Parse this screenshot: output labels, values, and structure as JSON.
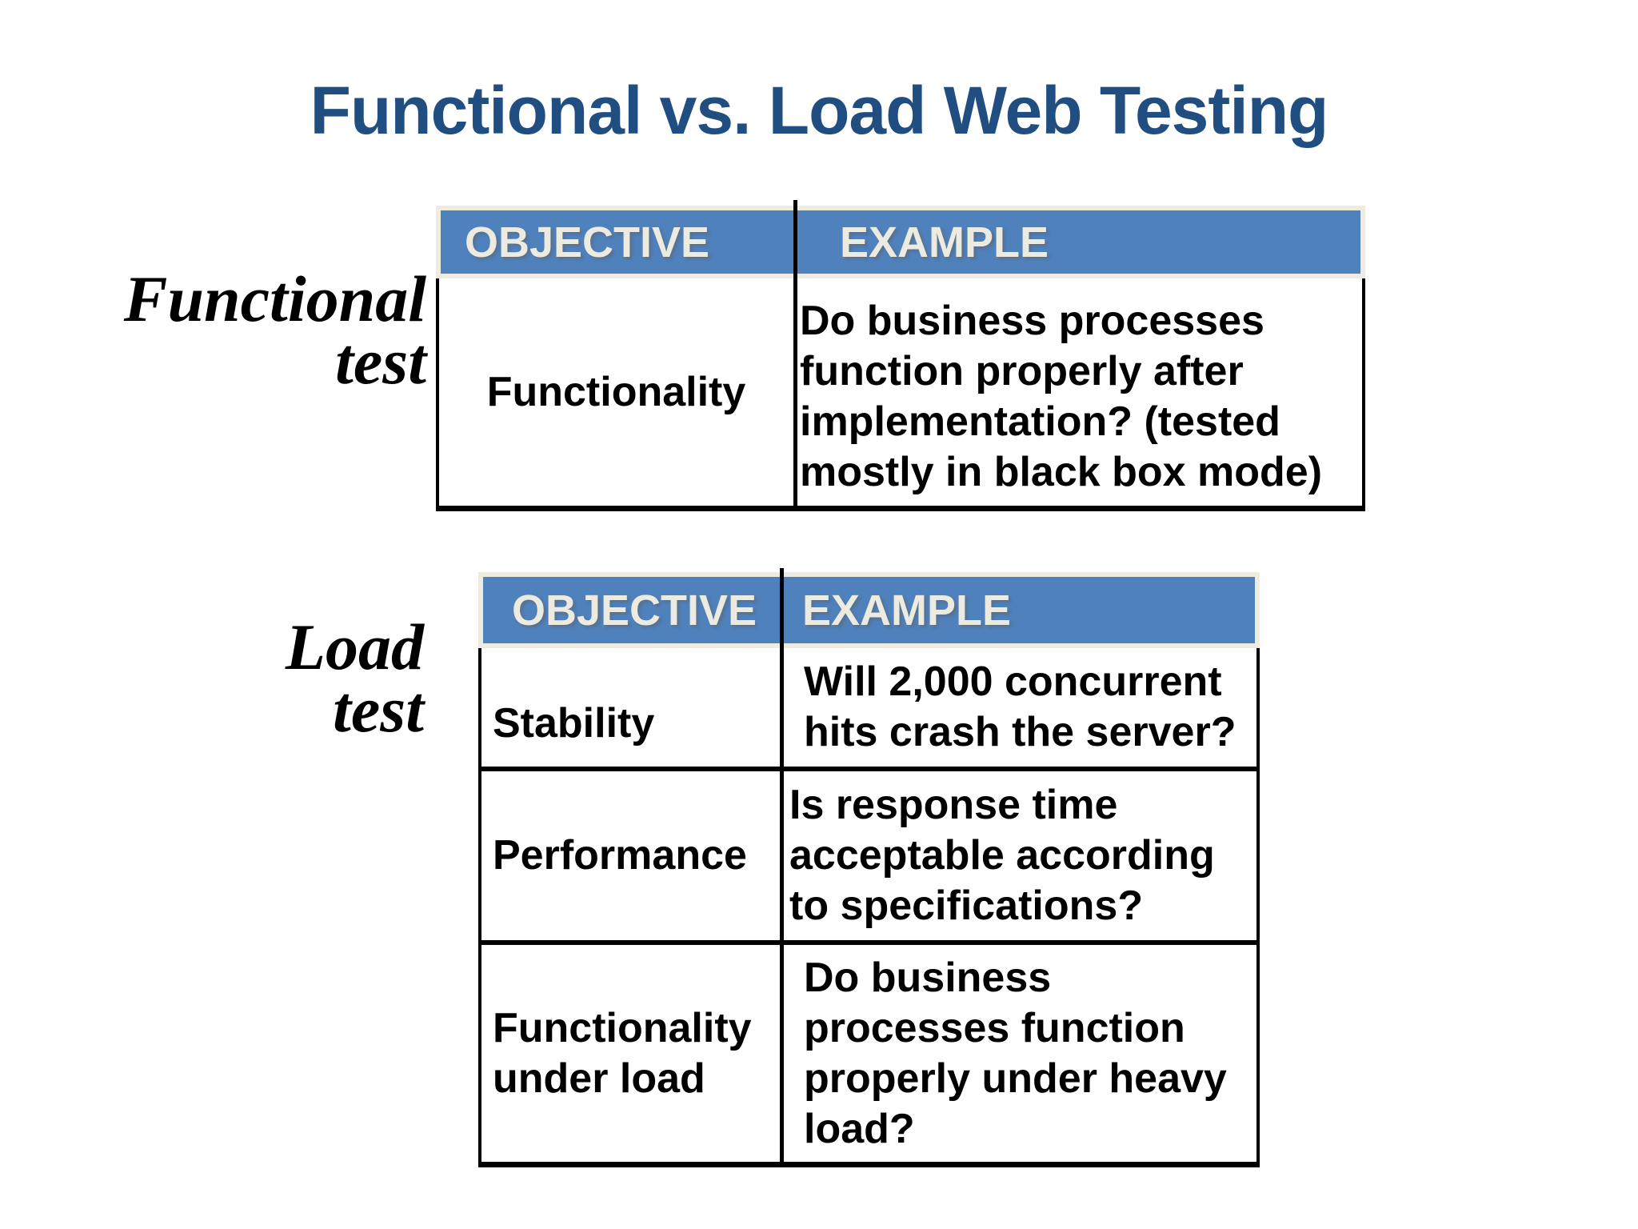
{
  "slide_title": "Functional vs. Load Web Testing",
  "colors": {
    "title_text": "#204E80",
    "header_bg": "#4F81BC",
    "header_text": "#EDEBE0",
    "header_border": "#EEECE1",
    "table_border": "#000000",
    "body_text": "#000000",
    "page_bg": "#FFFFFF"
  },
  "functional_section": {
    "label": "Functional\ntest",
    "table": {
      "headers": [
        "OBJECTIVE",
        "EXAMPLE"
      ],
      "rows": [
        {
          "objective": "Functionality",
          "example": "Do business processes\nfunction properly after\nimplementation? (tested\nmostly in black box mode)"
        }
      ]
    }
  },
  "load_section": {
    "label": "Load\ntest",
    "table": {
      "headers": [
        "OBJECTIVE",
        "EXAMPLE"
      ],
      "rows": [
        {
          "objective": "Stability",
          "example": "Will 2,000 concurrent\nhits crash the server?"
        },
        {
          "objective": "Performance",
          "example": "Is response time\nacceptable according\nto specifications?"
        },
        {
          "objective": "Functionality\nunder load",
          "example": "Do business\nprocesses function\nproperly under heavy\nload?"
        }
      ]
    }
  }
}
